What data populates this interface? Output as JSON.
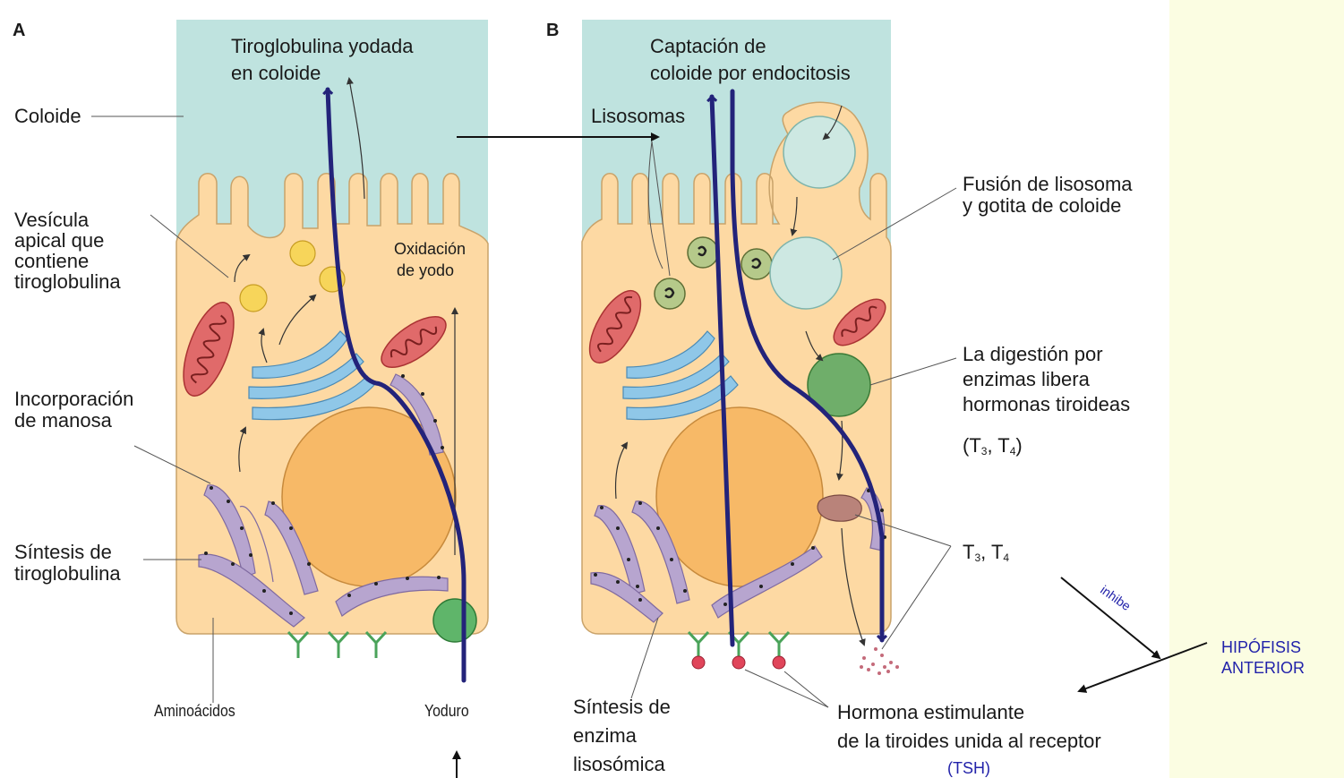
{
  "labels": {
    "panel_a": "A",
    "panel_b": "B",
    "tg_yodada_1": "Tiroglobulina yodada",
    "tg_yodada_2": "en coloide",
    "coloide": "Coloide",
    "vesicula_1": "Vesícula",
    "vesicula_2": "apical que",
    "vesicula_3": "contiene",
    "vesicula_4": "tiroglobulina",
    "oxidacion_1": "Oxidación",
    "oxidacion_2": "de yodo",
    "incorporacion_1": "Incorporación",
    "incorporacion_2": "de manosa",
    "sintesis_tg_1": "Síntesis de",
    "sintesis_tg_2": "tiroglobulina",
    "aminoacidos": "Aminoácidos",
    "yoduro": "Yoduro",
    "captacion_1": "Captación de",
    "captacion_2": "coloide por endocitosis",
    "lisosomas": "Lisosomas",
    "fusion_1": "Fusión de lisosoma",
    "fusion_2": "y gotita de coloide",
    "digestion_1": "La digestión por",
    "digestion_2": "enzimas libera",
    "digestion_3": "hormonas tiroideas",
    "t3_t4_digestion": "(T3, T4)",
    "t3_t4_released": "T3, T4",
    "sintesis_enzima_1": "Síntesis de",
    "sintesis_enzima_2": "enzima",
    "sintesis_enzima_3": "lisosómica",
    "hormona_1": "Hormona estimulante",
    "hormona_2": "de la tiroides unida al receptor",
    "tsh": "(TSH)",
    "inhibe": "inhibe",
    "hipofisis_1": "HIPÓFISIS",
    "hipofisis_2": "ANTERIOR"
  },
  "colors": {
    "background": "#fbfde2",
    "panel": "#ffffff",
    "colloid": "#bfe3df",
    "cytoplasm": "#fdd9a3",
    "nucleus": "#f7b967",
    "pathway_arrow": "#23237a",
    "annotation_text": "#2222aa"
  }
}
